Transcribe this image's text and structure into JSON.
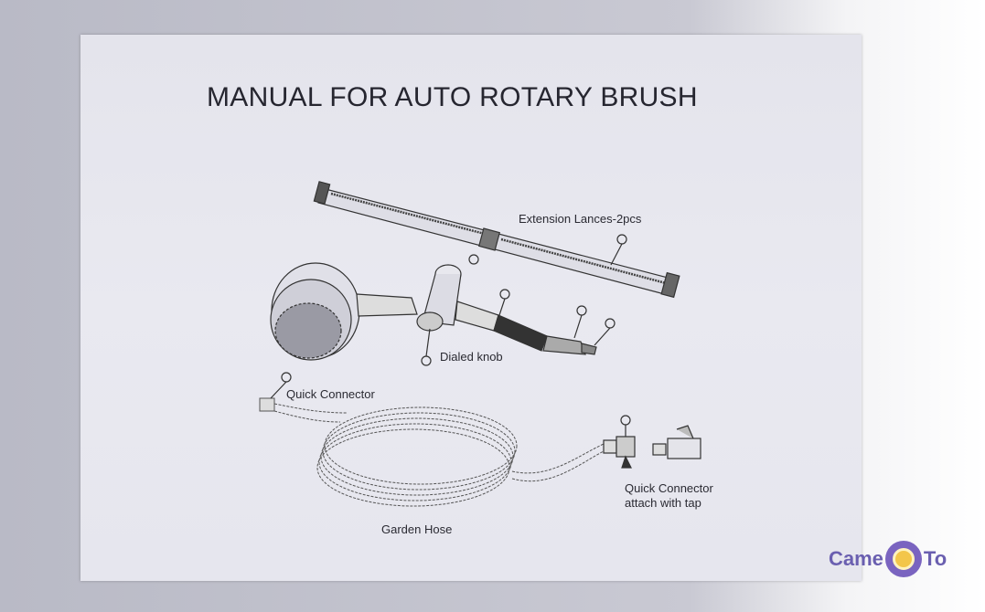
{
  "document": {
    "title": "MANUAL FOR AUTO ROTARY BRUSH",
    "labels": {
      "extension_lances": "Extension Lances-2pcs",
      "dialed_knob": "Dialed knob",
      "quick_connector": "Quick Connector",
      "quick_connector_tap_line1": "Quick Connector",
      "quick_connector_tap_line2": "attach with tap",
      "garden_hose": "Garden Hose"
    }
  },
  "watermark": {
    "left": "Came",
    "right": "To"
  },
  "colors": {
    "paper": "#e6e6ee",
    "ink": "#262630",
    "logo": "#6a5fb0"
  }
}
